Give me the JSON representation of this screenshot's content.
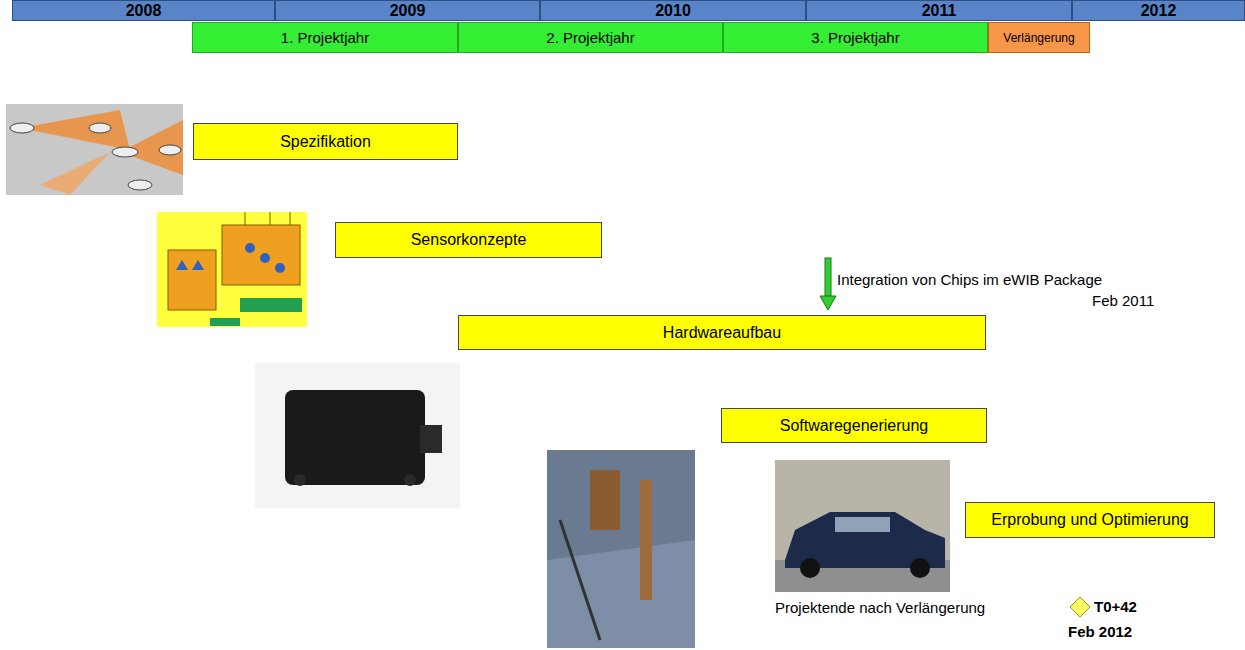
{
  "diagram": {
    "nodes": [
      {
        "text": [
          "2008"
        ]
      },
      {
        "text": [
          "2009"
        ]
      },
      {
        "text": [
          "2010"
        ]
      },
      {
        "text": [
          "2011"
        ]
      },
      {
        "text": [
          "2012"
        ]
      },
      {
        "text": [
          "1. Projektjahr"
        ]
      },
      {
        "text": [
          "2. Projektjahr"
        ]
      },
      {
        "text": [
          "3. Projektjahr"
        ]
      },
      {
        "text": [
          "Verlängerung"
        ]
      },
      {
        "text": [
          "Spezifikation"
        ]
      },
      {
        "text": [
          "Sensorkonzepte"
        ]
      },
      {
        "text": [
          "Hardwareaufbau"
        ]
      },
      {
        "text": [
          "Softwaregenerierung"
        ]
      },
      {
        "text": [
          "Erprobung und Optimierung"
        ]
      }
    ],
    "labels": [
      "Integration von Chips im eWIB Package",
      "Feb 2011",
      "Projektende nach Verlängerung",
      "T0+42",
      "Feb 2012"
    ]
  }
}
